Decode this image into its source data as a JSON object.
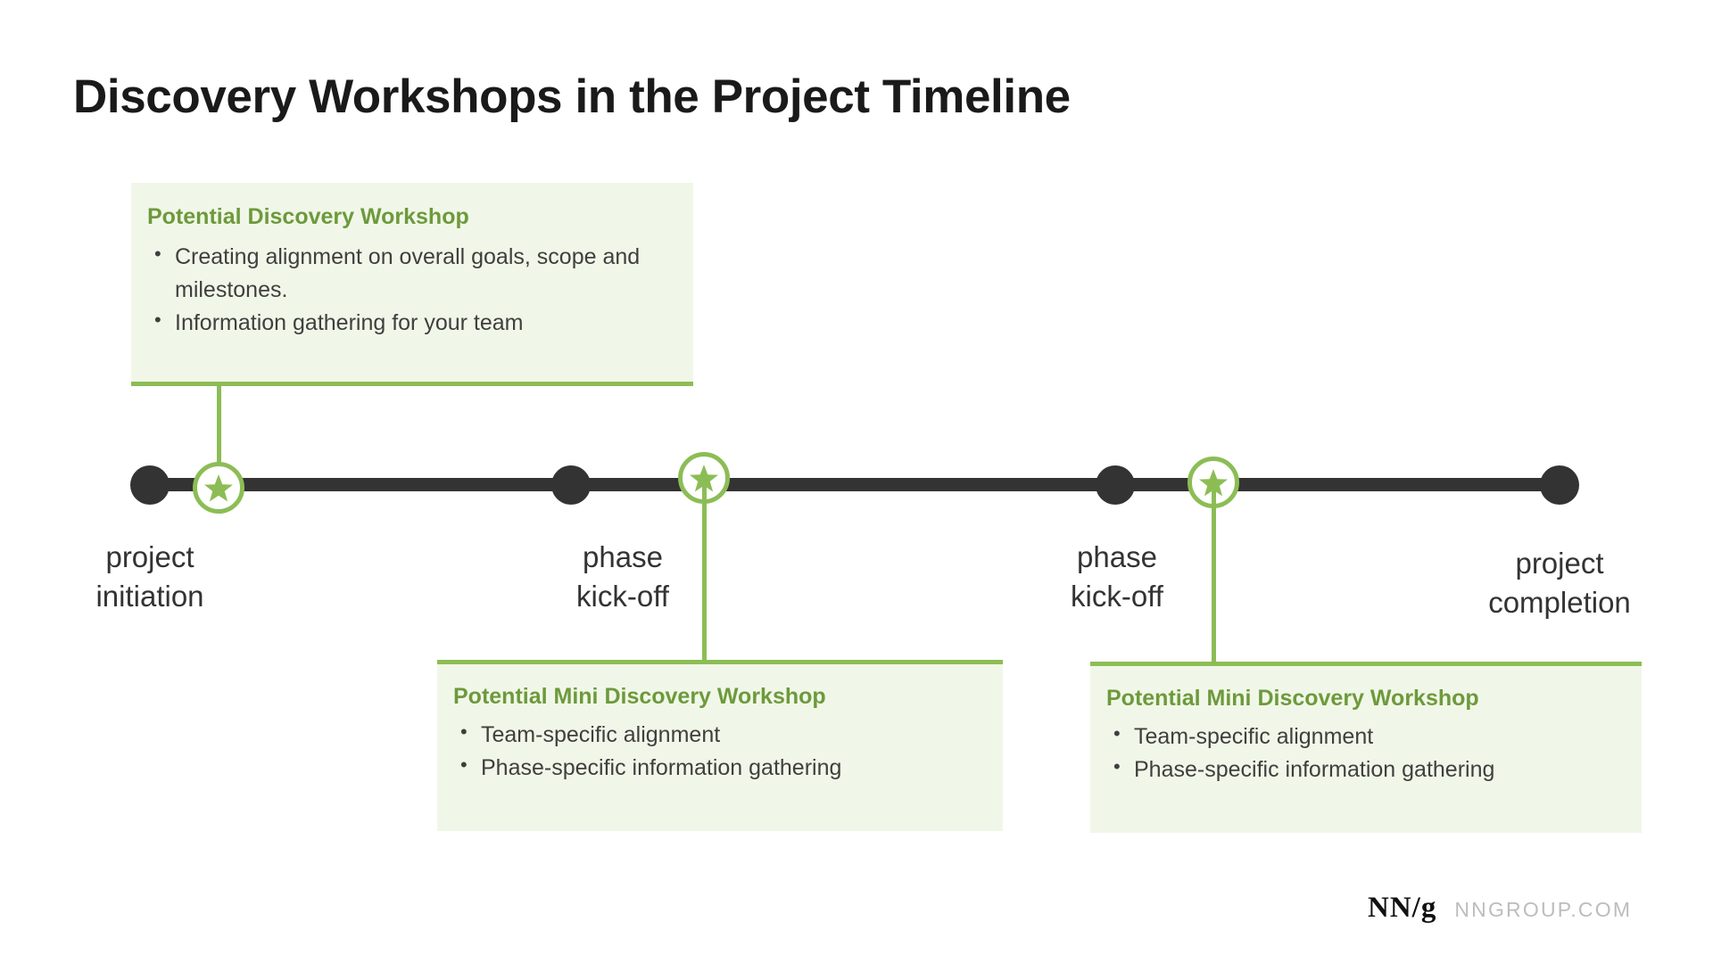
{
  "title": "Discovery Workshops in the Project Timeline",
  "colors": {
    "green_accent": "#8cbd55",
    "green_text": "#6d9a3c",
    "box_fill": "#f1f7e8",
    "timeline_dark": "#333333",
    "body_text": "#3f3f3f"
  },
  "callouts": [
    {
      "id": "potential-discovery-workshop",
      "title": "Potential Discovery Workshop",
      "bullets": [
        "Creating alignment on overall goals, scope and milestones.",
        "Information gathering for your team"
      ],
      "position": "above-timeline"
    },
    {
      "id": "potential-mini-discovery-workshop-1",
      "title": "Potential Mini Discovery Workshop",
      "bullets": [
        "Team-specific alignment",
        "Phase-specific information gathering"
      ],
      "position": "below-timeline"
    },
    {
      "id": "potential-mini-discovery-workshop-2",
      "title": "Potential Mini Discovery Workshop",
      "bullets": [
        "Team-specific alignment",
        "Phase-specific information gathering"
      ],
      "position": "below-timeline"
    }
  ],
  "timeline": {
    "milestones": [
      {
        "id": "project-initiation",
        "label": "project\ninitiation",
        "marker": "dot"
      },
      {
        "id": "phase-kick-off-1",
        "label": "phase\nkick-off",
        "marker": "dot"
      },
      {
        "id": "phase-kick-off-2",
        "label": "phase\nkick-off",
        "marker": "dot"
      },
      {
        "id": "project-completion",
        "label": "project\ncompletion",
        "marker": "dot"
      }
    ],
    "workshop_markers": [
      {
        "id": "workshop-marker-1",
        "marker": "star-in-circle"
      },
      {
        "id": "workshop-marker-2",
        "marker": "star-in-circle"
      },
      {
        "id": "workshop-marker-3",
        "marker": "star-in-circle"
      }
    ]
  },
  "footer": {
    "logo_mark": "NN/g",
    "domain": "NNGROUP.COM"
  }
}
